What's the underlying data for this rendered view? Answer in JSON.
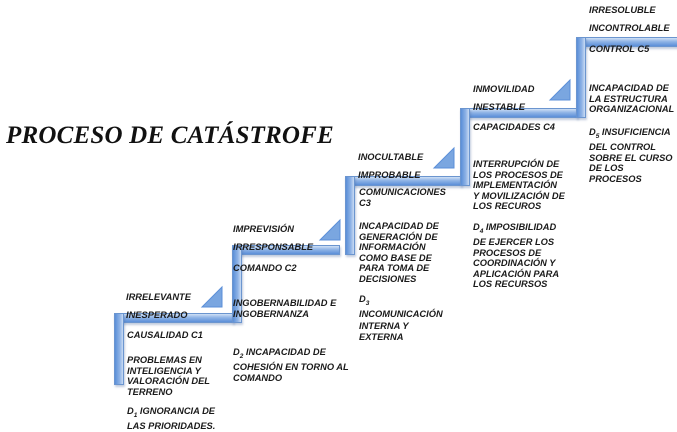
{
  "title": "PROCESO DE CATÁSTROFE",
  "steps": [
    {
      "top_label": "IRRELEVANTE\nINESPERADO",
      "heading": "CAUSALIDAD  C1",
      "desc": "PROBLEMAS EN\nINTELIGENCIA  Y\nVALORACIÓN DEL\nTERRENO",
      "d_prefix": "D",
      "d_sub": "1",
      "d_text": " IGNORANCIA  DE\nLAS PRIORIDADES."
    },
    {
      "top_label": "IMPREVISIÓN\nIRRESPONSABLE",
      "heading": "COMANDO  C2",
      "desc": "INGOBERNABILIDAD E\nINGOBERNANZA",
      "d_prefix": "D",
      "d_sub": "2",
      "d_text": "   INCAPACIDAD DE\nCOHESIÓN EN TORNO AL\nCOMANDO"
    },
    {
      "top_label": "INOCULTABLE\nIMPROBABLE",
      "heading": "COMUNICACIONES\nC3",
      "desc": "INCAPACIDAD DE\nGENERACIÓN DE\nINFORMACIÓN\nCOMO BASE DE\nPARA TOMA DE\nDECISIONES",
      "d_prefix": "D",
      "d_sub": "3",
      "d_text": "\nINCOMUNICACIÓN\nINTERNA Y\nEXTERNA"
    },
    {
      "top_label": "INMOVILIDAD\nINESTABLE",
      "heading": "CAPACIDADES C4",
      "desc": "INTERRUPCIÓN DE\nLOS PROCESOS DE\nIMPLEMENTACIÓN\nY MOVILIZACIÓN  DE\nLOS RECUROS",
      "d_prefix": "D",
      "d_sub": "4",
      "d_text": "  IMPOSIBILIDAD\nDE EJERCER  LOS\nPROCESOS  DE\nCOORDINACIÓN Y\nAPLICACIÓN PARA\nLOS RECURSOS"
    },
    {
      "top_label": "IRRESOLUBLE\nINCONTROLABLE",
      "heading": "CONTROL C5",
      "desc": "INCAPACIDAD DE\nLA ESTRUCTURA\nORGANIZACIONAL",
      "d_prefix": "D",
      "d_sub": "5",
      "d_text": "   INSUFICIENCIA\nDEL CONTROL\nSOBRE EL CURSO\nDE LOS PROCESOS"
    }
  ]
}
